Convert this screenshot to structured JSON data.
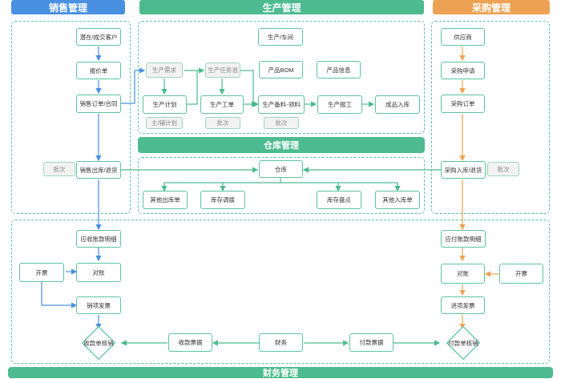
{
  "headers": {
    "sales": "销售管理",
    "production": "生产管理",
    "purchase": "采购管理",
    "warehouse": "仓库管理",
    "finance": "财务管理"
  },
  "nodes": {
    "prospect": "潜在/成交客户",
    "quote": "报价单",
    "sales_order": "销售订单/合同",
    "sales_out": "销售出库/退货",
    "batch_sales": "批次",
    "prod_workshop": "生产/车间",
    "prod_demand": "生产需求",
    "prod_task_pool": "生产任务池",
    "product_bom": "产品BOM",
    "product_info": "产品信息",
    "prod_plan": "生产计划",
    "prod_order": "生产工单",
    "prod_material": "生产备料-领料",
    "prod_report": "生产报工",
    "finished_in": "成品入库",
    "main_aux_plan": "主/辅计划",
    "batch_order": "批次",
    "batch_material": "批次",
    "supplier": "供应商",
    "purchase_request": "采购申请",
    "purchase_order": "采购订单",
    "purchase_in": "采购入库/退货",
    "batch_purchase": "批次",
    "warehouse": "仓库",
    "other_out": "其他出库单",
    "stock_transfer": "库存调拨",
    "stock_count": "库存盘点",
    "other_in": "其他入库单",
    "receivable_detail": "应收账款明细",
    "reconcile_sales": "对账",
    "invoice_sales": "开票",
    "sales_invoice": "销项发票",
    "receipt_writeoff": "收款单核销",
    "receipt_bill": "收款票据",
    "finance": "财务",
    "payment_bill": "付款票据",
    "payment_writeoff": "付款单核销",
    "payable_detail": "应付账款明细",
    "reconcile_purchase": "对账",
    "invoice_purchase": "开票",
    "input_invoice": "进项发票"
  },
  "colors": {
    "sales": "#4a90e2",
    "production": "#4dbb8f",
    "purchase": "#eda253",
    "box_border": "#5dc49c",
    "gray_box": "#f2f2f2"
  }
}
